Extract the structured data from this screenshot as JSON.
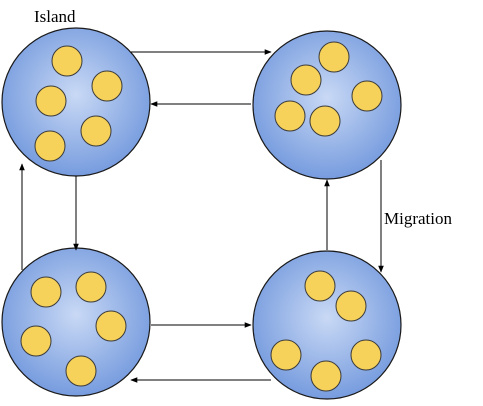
{
  "labels": {
    "island": "Island",
    "migration": "Migration"
  },
  "diagram": {
    "island_count": 4,
    "individuals_per_island": 5,
    "migration_topology": "bidirectional ring between 4 islands",
    "colors": {
      "island_fill_light": "#c9d9f5",
      "island_fill_dark": "#6f96dc",
      "island_stroke": "#1a1a1a",
      "individual_fill": "#f7d25a",
      "individual_stroke": "#3a3a3a",
      "arrow_stroke": "#000000"
    }
  }
}
